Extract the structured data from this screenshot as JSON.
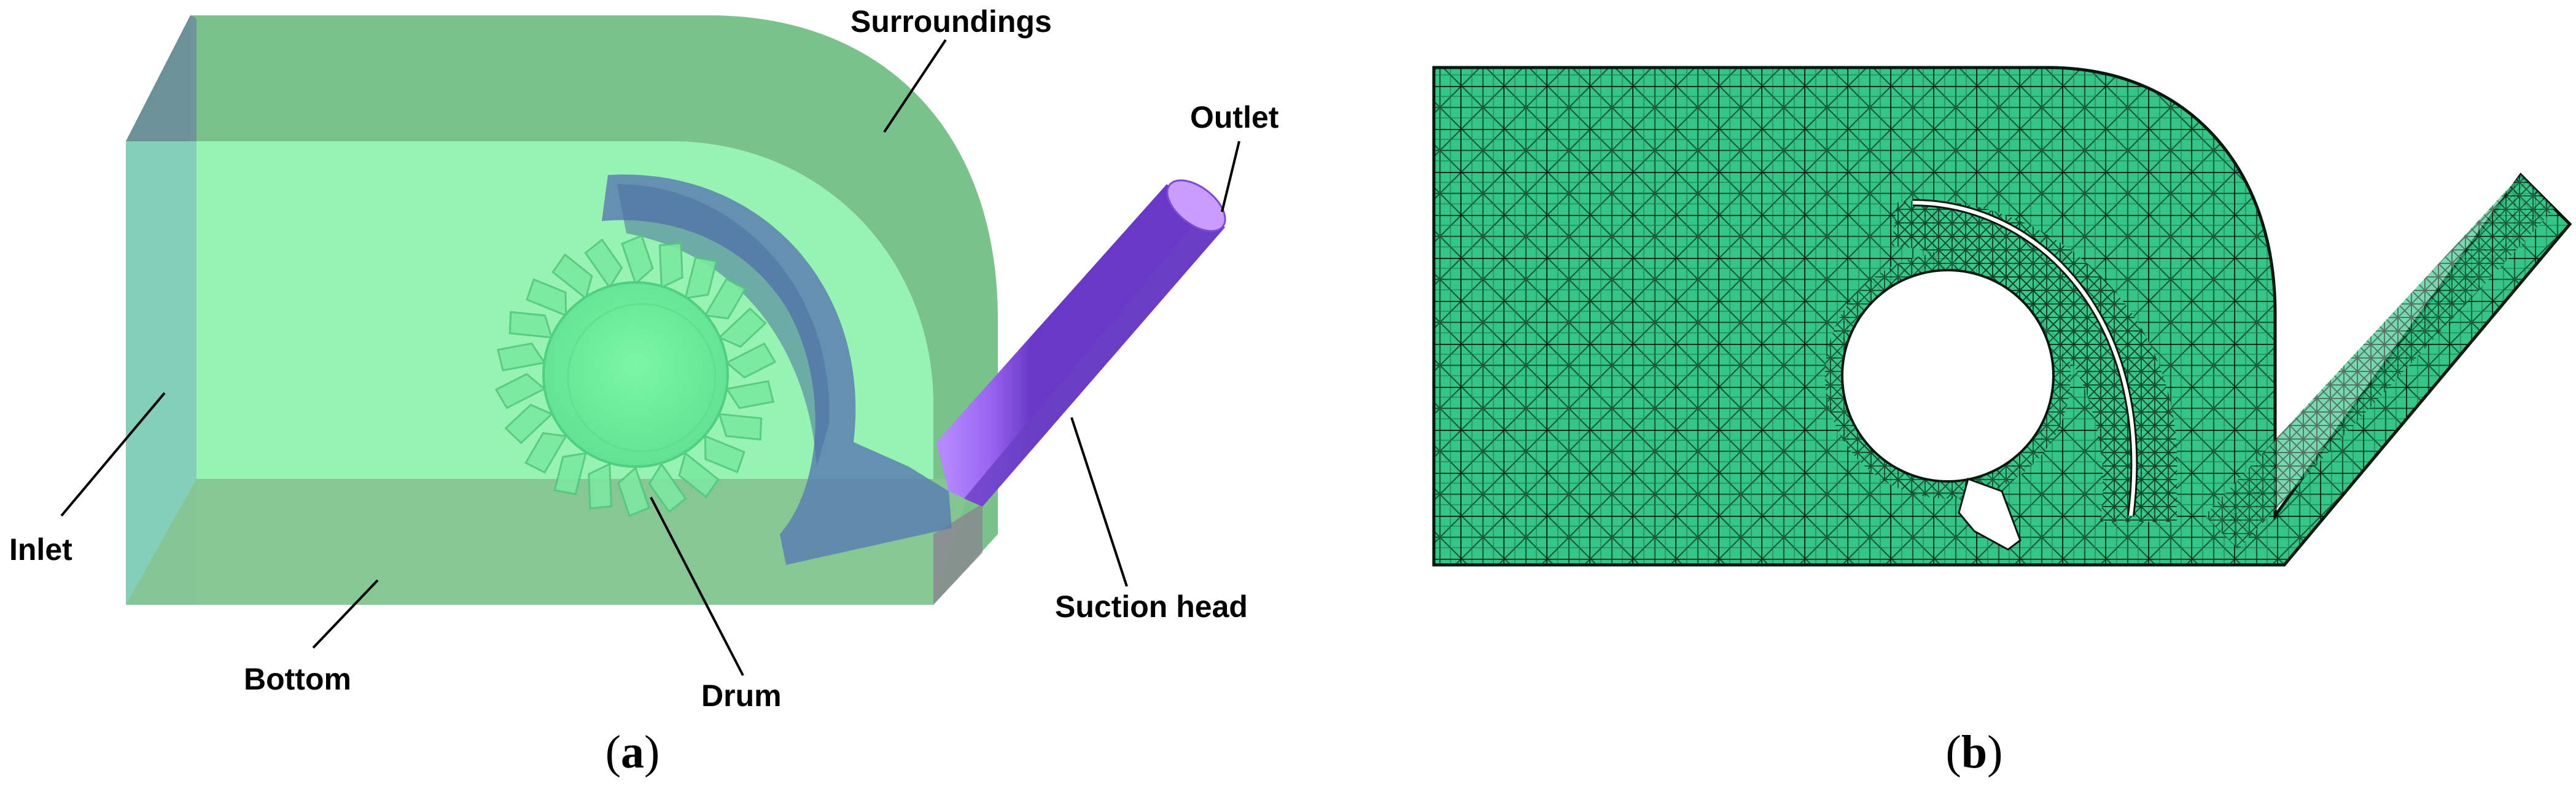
{
  "panel_a": {
    "caption_letter": "a",
    "labels": {
      "surroundings": "Surroundings",
      "outlet": "Outlet",
      "inlet": "Inlet",
      "bottom": "Bottom",
      "drum": "Drum",
      "suction_head": "Suction head"
    }
  },
  "panel_b": {
    "caption_letter": "b"
  },
  "colors": {
    "box_front": "#90f2ae",
    "box_dark": "#6fbd82",
    "inlet_face": "#84cfb8",
    "bottom_face": "#86c493",
    "drum": "#66f099",
    "suction_head": "#5c7fb0",
    "outlet_pipe": "#9a66f2",
    "mesh_fill": "#35c687",
    "mesh_line": "#0c2a1a"
  }
}
